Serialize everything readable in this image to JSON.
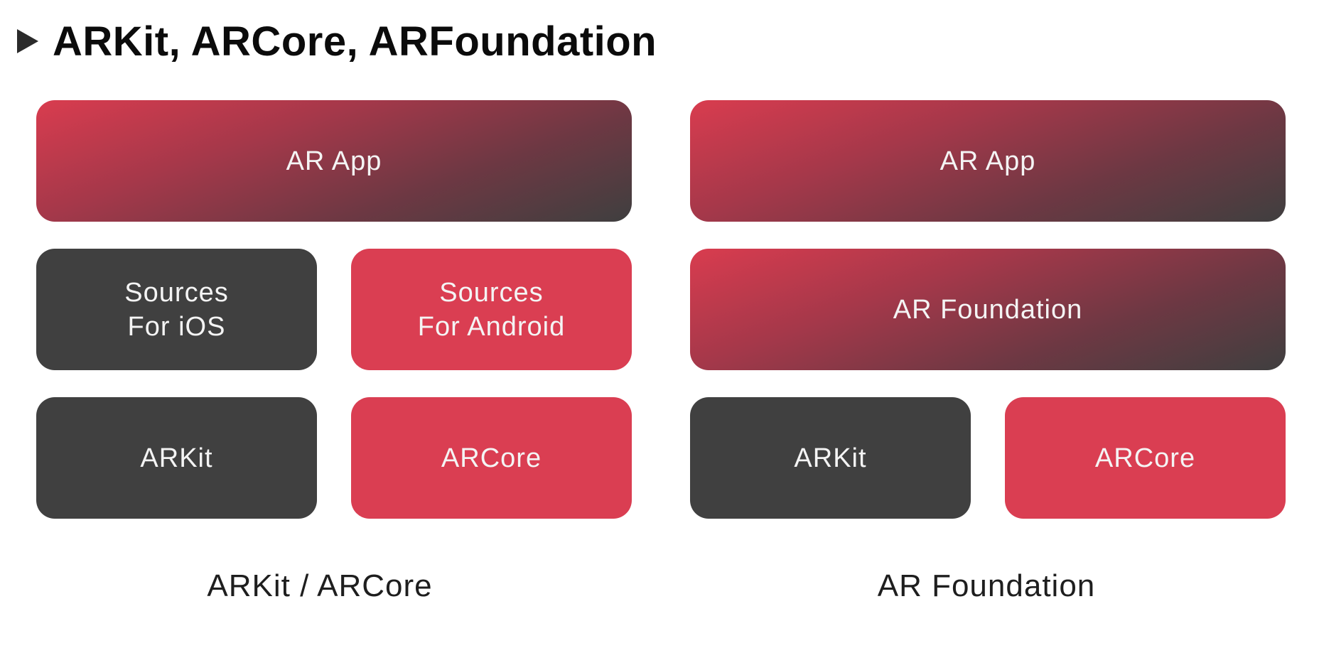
{
  "title": "ARKit, ARCore, ARFoundation",
  "left_diagram": {
    "caption": "ARKit / ARCore",
    "app": "AR App",
    "sources_ios": "Sources\nFor iOS",
    "sources_android": "Sources\nFor Android",
    "arkit": "ARKit",
    "arcore": "ARCore"
  },
  "right_diagram": {
    "caption": "AR Foundation",
    "app": "AR App",
    "foundation": "AR Foundation",
    "arkit": "ARKit",
    "arcore": "ARCore"
  },
  "colors": {
    "dark_block": "#404040",
    "red_block": "#da3e52",
    "gradient_start": "#d93c4f",
    "gradient_end": "#3f3f3f"
  }
}
